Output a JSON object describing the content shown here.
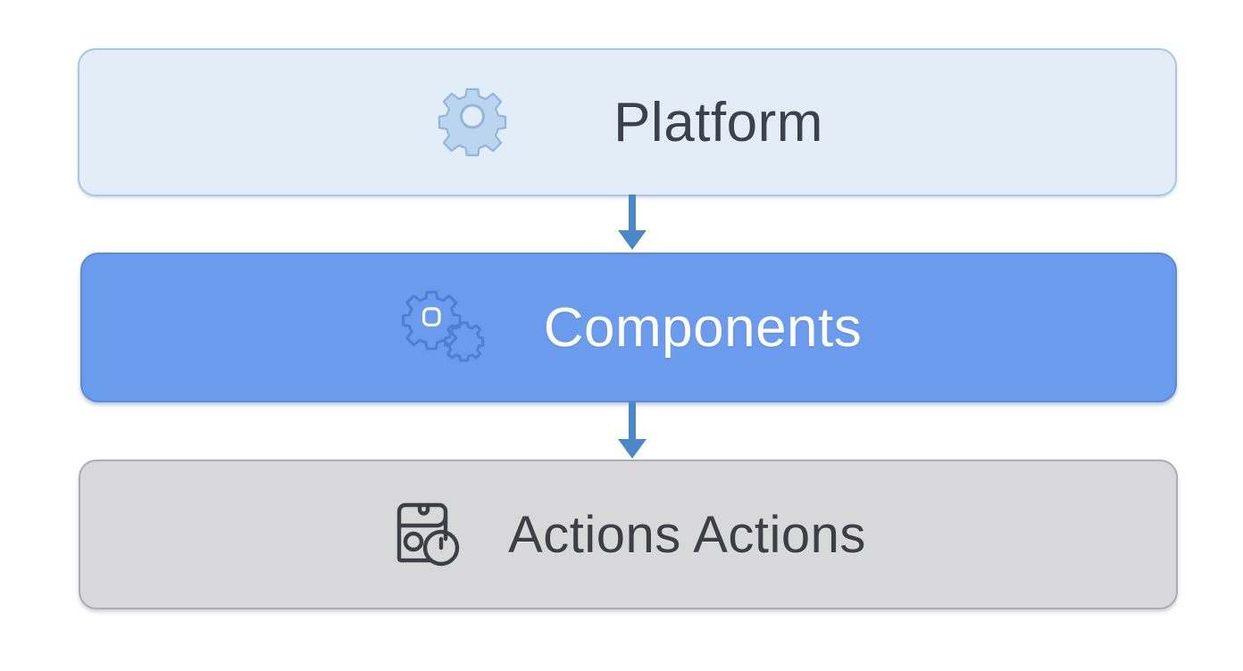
{
  "diagram": {
    "type": "vertical-flow",
    "background_color": "#ffffff",
    "arrow_color": "#4a88c7",
    "nodes": [
      {
        "id": "platform",
        "label": "Platform",
        "icon": "gear-icon",
        "fill_color": "#e3edf7",
        "border_color": "#a8c7e7",
        "text_color": "#3c424c",
        "icon_color": "#a8c7e7"
      },
      {
        "id": "components",
        "label": "Components",
        "icon": "two-gears-icon",
        "fill_color": "#6b9bec",
        "border_color": "#5a8ad9",
        "text_color": "#ffffff",
        "icon_color": "#4b7fd4"
      },
      {
        "id": "actions",
        "label": "Actions Actions",
        "icon": "schedule-card-clock-icon",
        "fill_color": "#d8d8da",
        "border_color": "#adadb0",
        "text_color": "#3c3f44",
        "icon_color": "#3c3f44"
      }
    ],
    "connectors": [
      {
        "id": "connector-1",
        "from": "platform",
        "to": "components",
        "direction": "down"
      },
      {
        "id": "connector-2",
        "from": "components",
        "to": "actions",
        "direction": "down"
      }
    ]
  }
}
